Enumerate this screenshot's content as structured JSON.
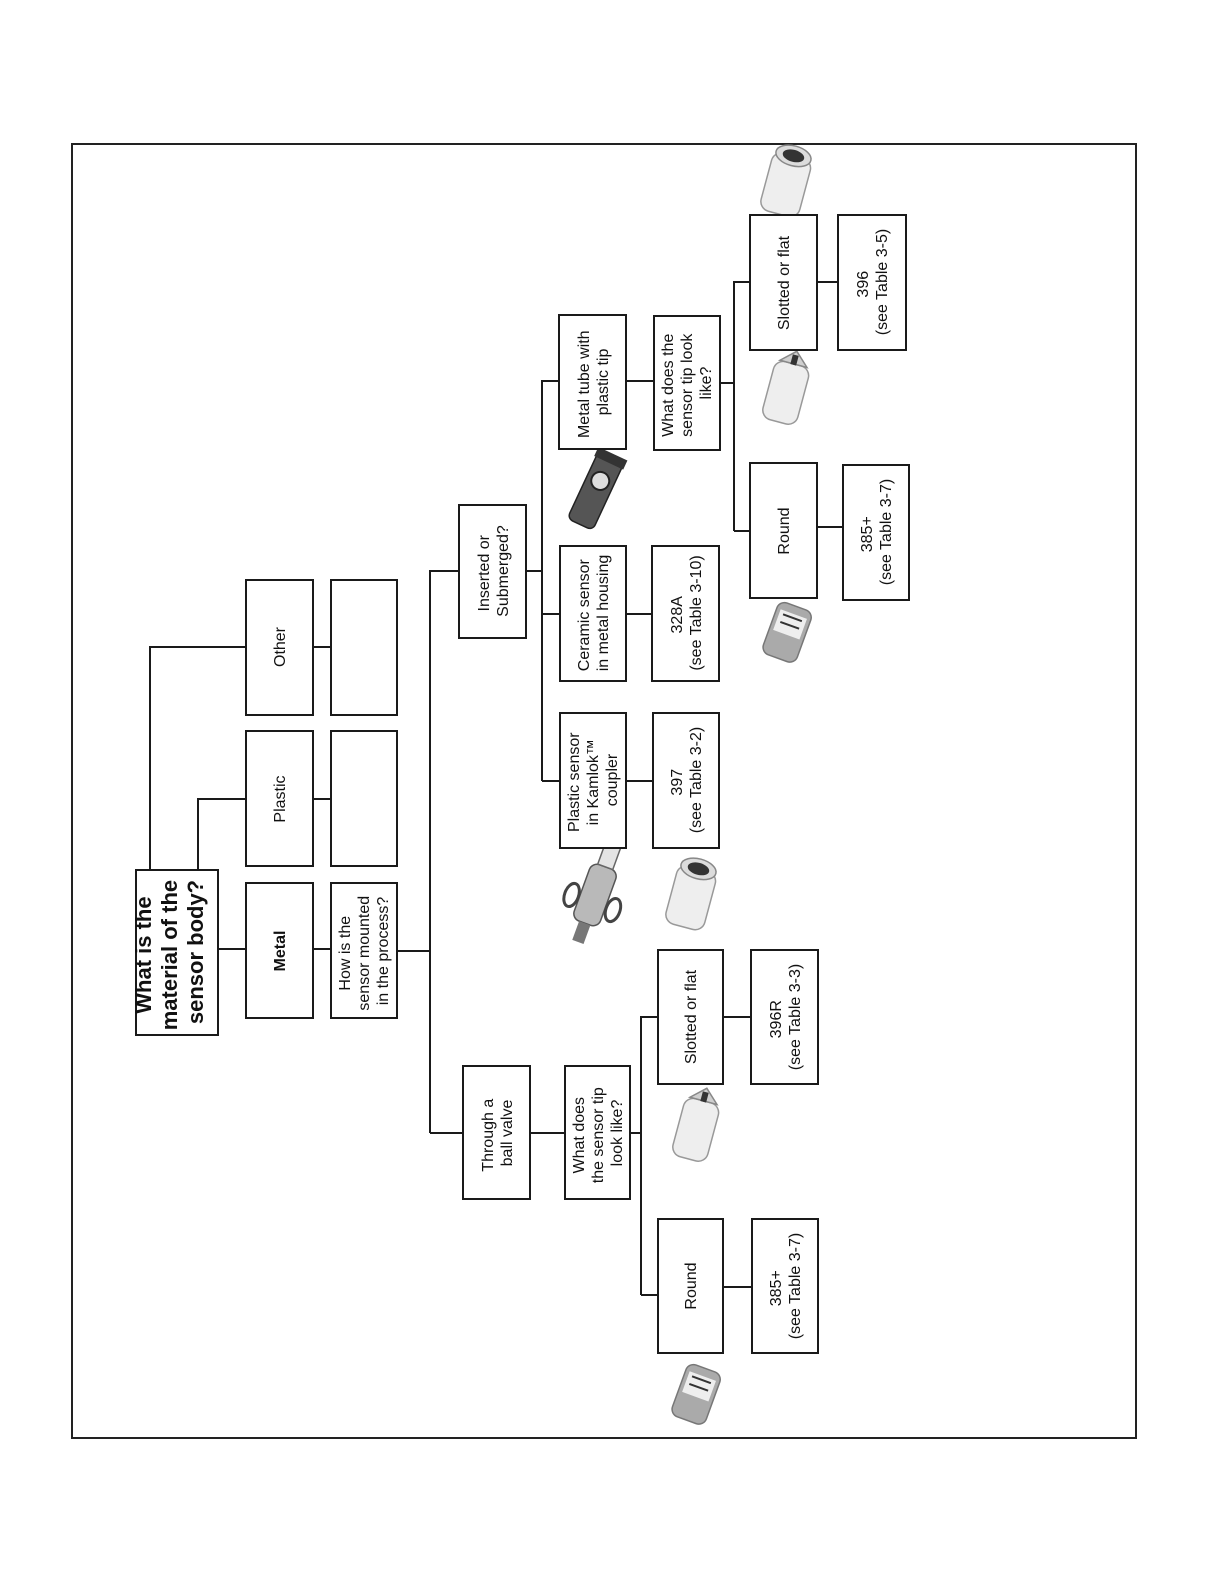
{
  "title": [
    "What is the",
    "material of the",
    "sensor body?"
  ],
  "material": {
    "metal": "Metal",
    "plastic": "Plastic",
    "other": "Other"
  },
  "mounting_question": [
    "How is the",
    "sensor mounted",
    "in the process?"
  ],
  "ball_valve": {
    "label": [
      "Through a",
      "ball valve"
    ],
    "tip_question": [
      "What does",
      "the sensor tip",
      "look like?"
    ],
    "round": "Round",
    "round_result": [
      "385+",
      "(see Table 3-7)"
    ],
    "slotted": "Slotted or flat",
    "slotted_result": [
      "396R",
      "(see Table 3-3)"
    ]
  },
  "inserted": {
    "label": [
      "Inserted or",
      "Submerged?"
    ],
    "plastic_kamlok": [
      "Plastic sensor",
      "in Kamlok™",
      "coupler"
    ],
    "plastic_kamlok_result": [
      "397",
      "(see Table 3-2)"
    ],
    "ceramic": [
      "Ceramic sensor",
      "in metal housing"
    ],
    "ceramic_result": [
      "328A",
      "(see Table 3-10)"
    ],
    "metal_tube": [
      "Metal tube with",
      "plastic tip"
    ],
    "tip_question": [
      "What does the",
      "sensor tip look",
      "like?"
    ],
    "round": "Round",
    "round_result": [
      "385+",
      "(see Table 3-7)"
    ],
    "slotted": "Slotted or flat",
    "slotted_result": [
      "396",
      "(see Table 3-5)"
    ]
  },
  "icons": [
    "kamlok-coupler-photo",
    "metal-housing-sensor-photo",
    "round-tip-photo",
    "slotted-tip-photo",
    "flat-tip-photo"
  ]
}
